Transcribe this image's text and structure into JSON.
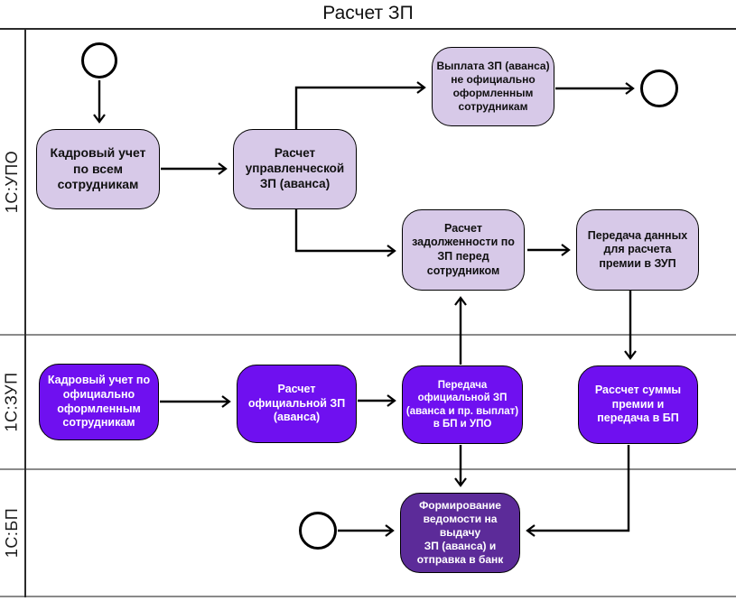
{
  "title": "Расчет ЗП",
  "lanes": {
    "upo": "1С:УПО",
    "zup": "1С:ЗУП",
    "bp": "1С:БП"
  },
  "nodes": {
    "hr_all": "Кадровый учет\nпо всем\nсотрудникам",
    "calc_mgmt": "Расчет\nуправленческой\nЗП (аванса)",
    "pay_unofficial": "Выплата ЗП (аванса)\nне официально\nоформленным\nсотрудникам",
    "calc_debt": "Расчет\nзадолженности по\nЗП перед\nсотрудником",
    "transfer_bonus_data": "Передача данных\nдля расчета\nпремии в ЗУП",
    "hr_official": "Кадровый учет по\nофициально\nоформленным\nсотрудникам",
    "calc_official": "Расчет\nофициальной ЗП\n(аванса)",
    "transfer_official": "Передача\nофициальной ЗП\n(аванса и пр. выплат)\nв БП и УПО",
    "calc_bonus": "Рассчет суммы\nпремии и\nпередача в БП",
    "form_statement": "Формирование\nведомости на выдачу\nЗП (аванса) и\nотправка в банк"
  },
  "colors": {
    "light_box_fill": "#d7c9e8",
    "bright_box_fill": "#6f10f0",
    "dark_box_fill": "#5c2b99",
    "box_border": "#000000"
  }
}
